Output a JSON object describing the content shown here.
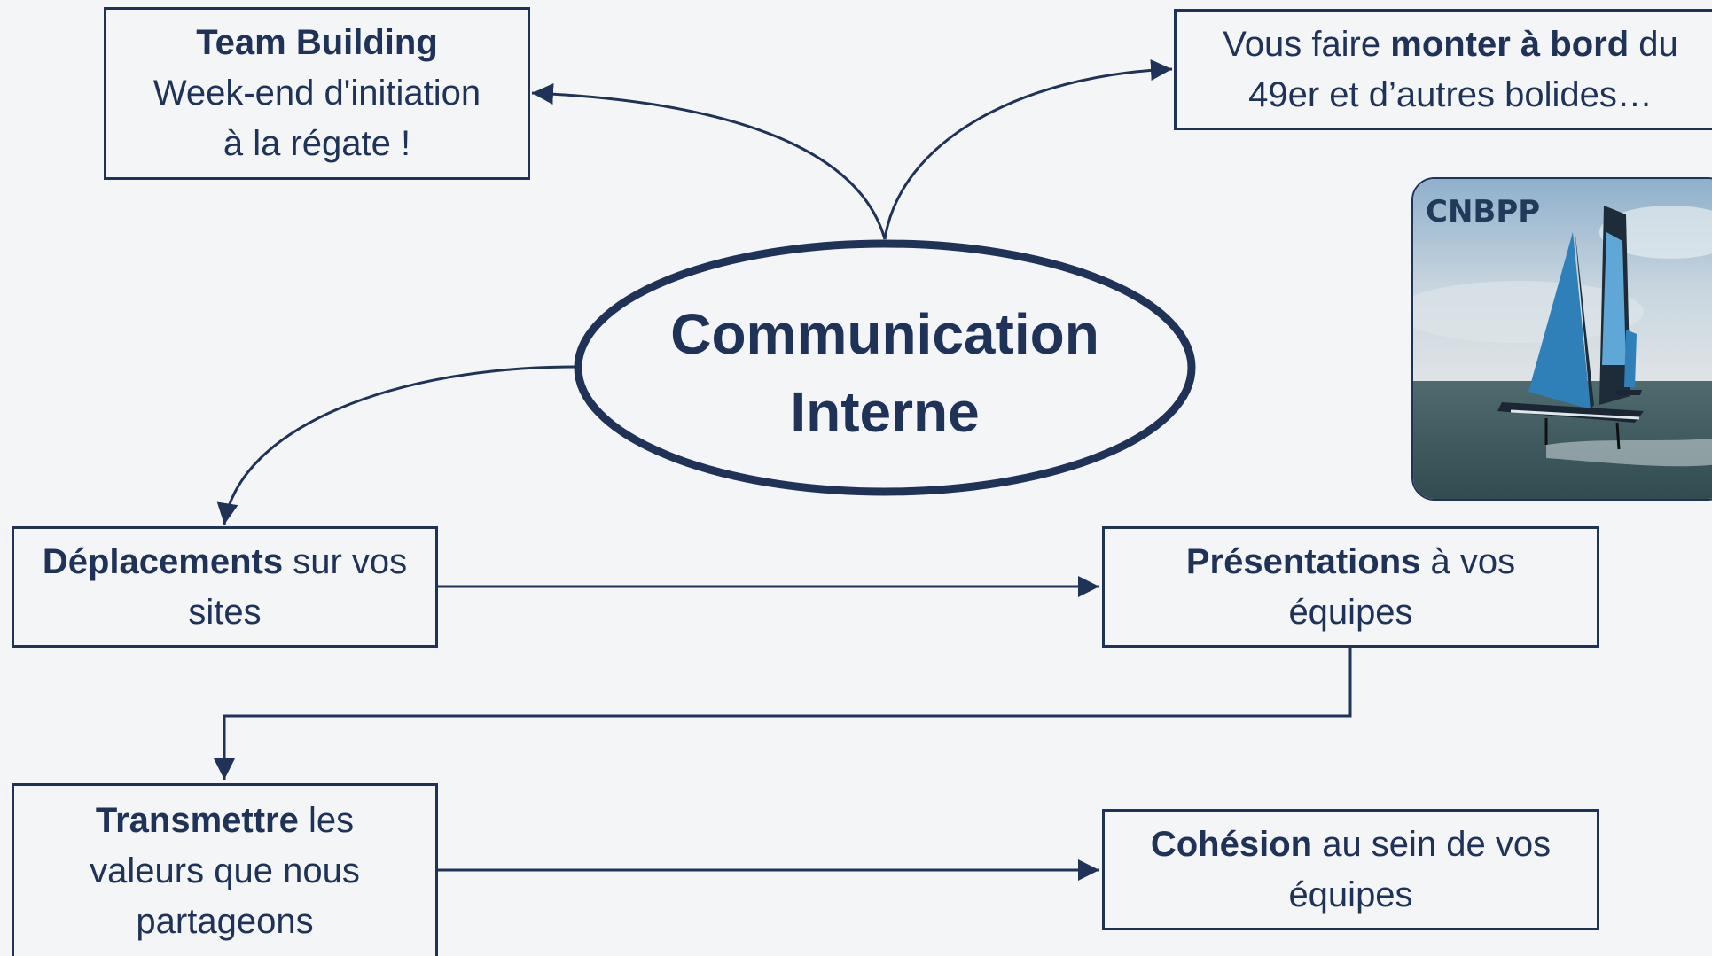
{
  "center": {
    "line1": "Communication",
    "line2": "Interne"
  },
  "nodes": {
    "team_building": {
      "title": "Team Building",
      "line2": "Week-end d'initiation",
      "line3": "à la régate !"
    },
    "monter_a_bord": {
      "pre": "Vous faire ",
      "bold": "monter à bord",
      "post": " du",
      "line2": "49er et d’autres bolides…"
    },
    "deplacements": {
      "bold": "Déplacements",
      "post": " sur vos",
      "line2": "sites"
    },
    "presentations": {
      "bold": "Présentations",
      "post": " à vos",
      "line2": "équipes"
    },
    "transmettre": {
      "bold": "Transmettre",
      "post": " les",
      "line2": "valeurs que nous",
      "line3": "partageons"
    },
    "cohesion": {
      "bold": "Cohésion",
      "post": " au sein de vos",
      "line2": "équipes"
    }
  },
  "photo": {
    "logo_text": "CNBPP"
  },
  "colors": {
    "primary": "#1f3358",
    "background": "#f3f5f7"
  }
}
